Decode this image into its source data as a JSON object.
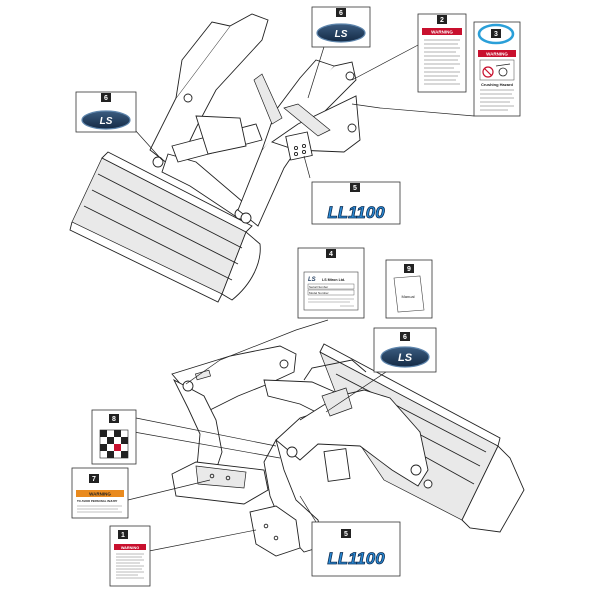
{
  "callouts": {
    "c1": "1",
    "c2": "2",
    "c3": "3",
    "c4": "4",
    "c5a": "5",
    "c5b": "5",
    "c6a": "6",
    "c6b": "6",
    "c6c": "6",
    "c7": "7",
    "c8": "8",
    "c9": "9"
  },
  "decals": {
    "ls_logo": "LS",
    "model_name": "LL1100",
    "warning_label": "WARNING",
    "crushing_hazard": "Crushing Hazard",
    "avoid_injury": "TO AVOID PERSONAL INJURY",
    "maker": "LS Mtron Ltd.",
    "serial_label": "Serial Number",
    "model_label": "Model Number",
    "manual_label": "Manual"
  },
  "colors": {
    "ls_badge": "#1f3a5c",
    "ls_badge_rim": "#5f86ad",
    "model_text": "#2a8bd6",
    "warning_bar": "#c8102e",
    "caution_bar": "#e98a1e",
    "highlight_ring": "#2a9fd8"
  }
}
